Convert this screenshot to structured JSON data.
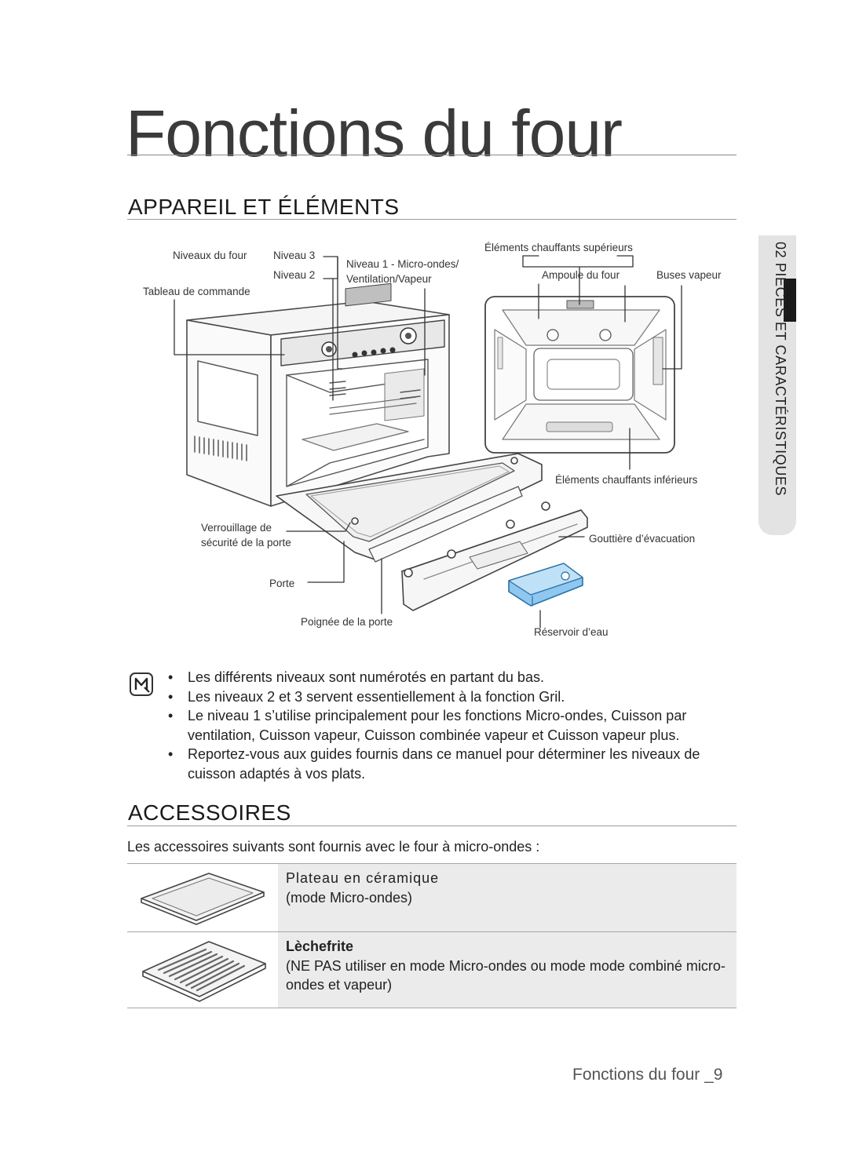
{
  "page": {
    "title": "Fonctions du four",
    "footer": "Fonctions du four _9"
  },
  "side_tab": {
    "text": "02 PIÈCES ET CARACTÉRISTIQUES"
  },
  "section_1": {
    "heading": "APPAREIL ET ÉLÉMENTS",
    "labels": {
      "niveaux_du_four": "Niveaux du four",
      "niveau_3": "Niveau 3",
      "niveau_2": "Niveau 2",
      "niveau_1_line1": "Niveau 1 - Micro-ondes/",
      "niveau_1_line2": "Ventilation/Vapeur",
      "tableau_de_commande": "Tableau de commande",
      "elements_chauffants_superieurs": "Éléments chauffants supérieurs",
      "ampoule_du_four": "Ampoule du four",
      "buses_vapeur": "Buses vapeur",
      "elements_chauffants_inferieurs": "Éléments chauffants inférieurs",
      "verrouillage_line1": "Verrouillage de",
      "verrouillage_line2": "sécurité de la porte",
      "gouttiere": "Gouttière d’évacuation",
      "porte": "Porte",
      "poignee": "Poignée de la porte",
      "reservoir": "Réservoir d’eau"
    },
    "notes": [
      "Les différents niveaux sont numérotés en partant du bas.",
      "Les niveaux 2 et 3 servent essentiellement à la fonction Gril.",
      "Le niveau 1 s’utilise principalement pour les fonctions Micro-ondes, Cuisson par ventilation, Cuisson vapeur, Cuisson combinée vapeur et Cuisson vapeur plus.",
      "Reportez-vous aux guides fournis dans ce manuel pour déterminer les niveaux de cuisson adaptés à vos plats."
    ]
  },
  "section_2": {
    "heading": "ACCESSOIRES",
    "intro": "Les accessoires suivants sont fournis avec le four à micro-ondes :",
    "items": [
      {
        "name": "Plateau en céramique",
        "detail": "(mode Micro-ondes)"
      },
      {
        "name": "Lèchefrite",
        "detail": "(NE PAS utiliser en mode Micro-ondes ou mode mode combiné micro-ondes et vapeur)"
      }
    ]
  }
}
